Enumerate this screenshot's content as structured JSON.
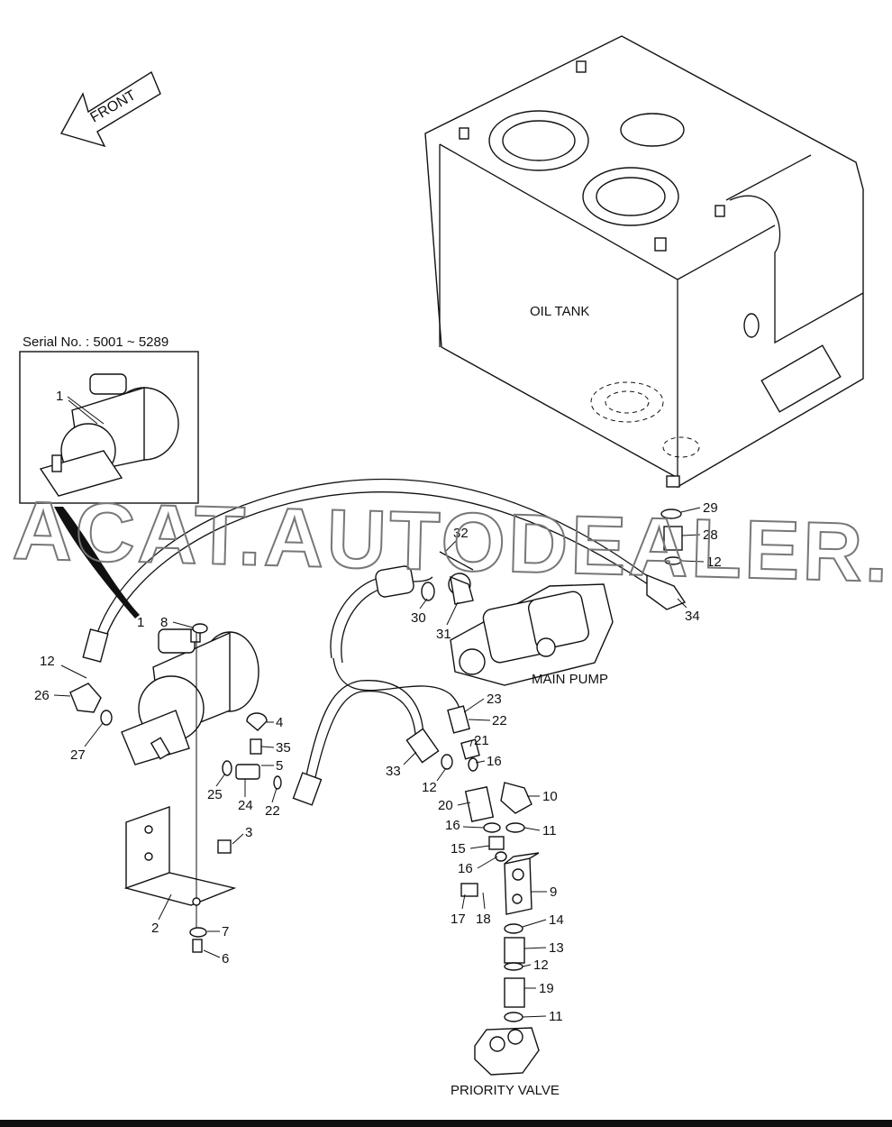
{
  "front_label": "FRONT",
  "serial_label": "Serial No. : 5001 ~ 5289",
  "watermark": "ACAT.AUTODEALER.RU",
  "components": {
    "oil_tank": "OIL TANK",
    "main_pump": "MAIN PUMP",
    "priority_valve": "PRIORITY VALVE"
  },
  "callouts": [
    "1",
    "1",
    "2",
    "3",
    "4",
    "5",
    "6",
    "7",
    "8",
    "9",
    "10",
    "11",
    "11",
    "12",
    "12",
    "12",
    "12",
    "13",
    "14",
    "15",
    "16",
    "16",
    "16",
    "17",
    "18",
    "19",
    "20",
    "21",
    "22",
    "22",
    "23",
    "24",
    "25",
    "26",
    "27",
    "28",
    "29",
    "30",
    "31",
    "32",
    "33",
    "34",
    "35"
  ]
}
